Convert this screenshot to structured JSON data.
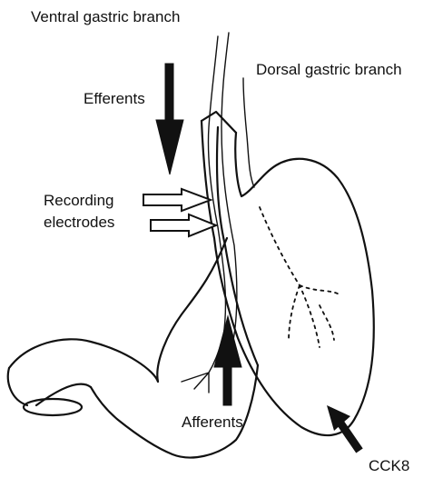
{
  "labels": {
    "ventral_branch": "Ventral gastric branch",
    "dorsal_branch": "Dorsal gastric branch",
    "efferents": "Efferents",
    "recording_line1": "Recording",
    "recording_line2": "electrodes",
    "afferents": "Afferents",
    "cck8": "CCK8"
  },
  "colors": {
    "ink": "#111111",
    "background": "#ffffff"
  }
}
